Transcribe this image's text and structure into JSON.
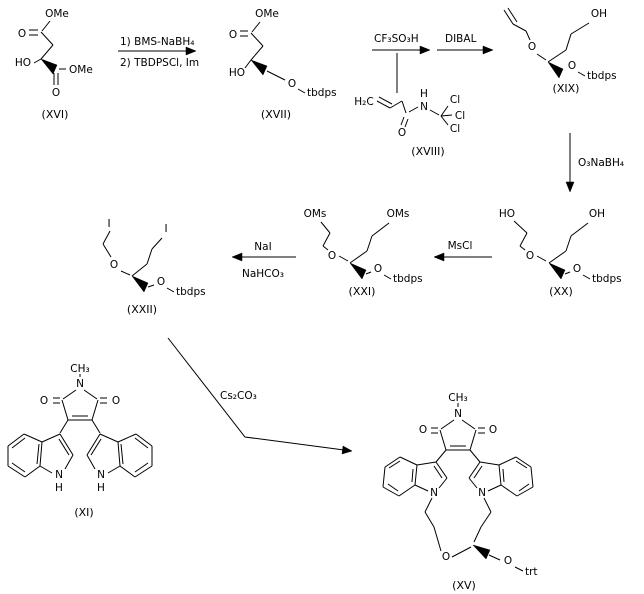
{
  "reagents": {
    "step1_line1": "1) BMS-NaBH₄",
    "step1_line2": "2) TBDPSCl, Im",
    "step2": "CF₃SO₃H",
    "step3": "DIBAL",
    "step4": "O₃NaBH₄",
    "step5": "MsCl",
    "step6_line1": "NaI",
    "step6_line2": "NaHCO₃",
    "step7": "Cs₂CO₃"
  },
  "compounds": {
    "xvi": {
      "label": "(XVI)",
      "ome_top": "OMe",
      "o_carbonyl_top": "O",
      "ho": "HO",
      "ome_bottom": "OMe",
      "o_carbonyl_bottom": "O"
    },
    "xvii": {
      "label": "(XVII)",
      "ome": "OMe",
      "o_carbonyl": "O",
      "ho": "HO",
      "o_ether": "O",
      "tbdps": "tbdps"
    },
    "xviii": {
      "label": "(XVIII)",
      "h2c": "H₂C",
      "o_carbonyl": "O",
      "n": "N",
      "h": "H",
      "cl_1": "Cl",
      "cl_2": "Cl",
      "cl_3": "Cl"
    },
    "xix": {
      "label": "(XIX)",
      "oh": "OH",
      "o_ether": "O",
      "o_silyl": "O",
      "tbdps": "tbdps"
    },
    "xx": {
      "label": "(XX)",
      "ho": "HO",
      "oh": "OH",
      "o_ether": "O",
      "o_silyl": "O",
      "tbdps": "tbdps"
    },
    "xxi": {
      "label": "(XXI)",
      "oms_left": "OMs",
      "oms_right": "OMs",
      "o_ether": "O",
      "o_silyl": "O",
      "tbdps": "tbdps"
    },
    "xxii": {
      "label": "(XXII)",
      "i_left": "I",
      "i_right": "I",
      "o_ether": "O",
      "o_silyl": "O",
      "tbdps": "tbdps"
    },
    "xi": {
      "label": "(XI)",
      "ch3": "CH₃",
      "n_imide": "N",
      "o_left": "O",
      "o_right": "O",
      "n_indole_left": "N",
      "h_left": "H",
      "n_indole_right": "N",
      "h_right": "H"
    },
    "xv": {
      "label": "(XV)",
      "ch3": "CH₃",
      "n_imide": "N",
      "o_left": "O",
      "o_right": "O",
      "n_indole_left": "N",
      "n_indole_right": "N",
      "o_ether": "O",
      "o_trityl": "O",
      "trt": "trt"
    }
  }
}
